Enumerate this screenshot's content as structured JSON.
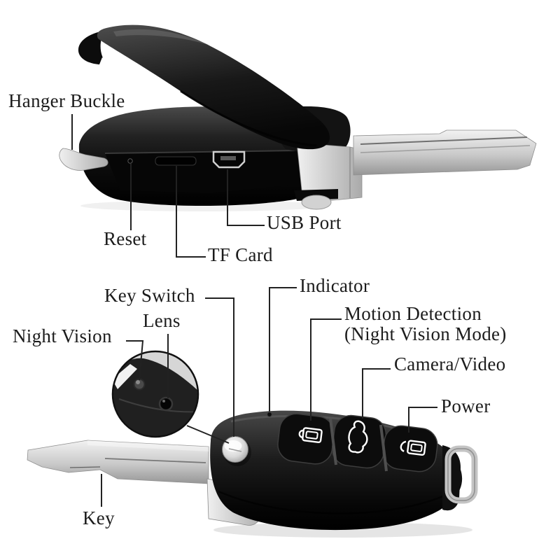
{
  "page": {
    "background": "#ffffff",
    "text_color": "#1c1c1c",
    "product_body_color": "#111111",
    "metal_color": "#c9c9c9",
    "line_color": "#222222"
  },
  "labels": {
    "hanger_buckle": "Hanger Buckle",
    "reset": "Reset",
    "tf_card": "TF Card",
    "usb_port": "USB Port",
    "key_switch": "Key Switch",
    "lens": "Lens",
    "night_vision": "Night Vision",
    "indicator": "Indicator",
    "motion_detection_line1": "Motion Detection",
    "motion_detection_line2": "(Night Vision Mode)",
    "camera_video": "Camera/Video",
    "power": "Power",
    "key": "Key"
  },
  "icons": {
    "remote_buttons": [
      "lock-button-icon",
      "trunk-button-icon",
      "unlock-button-icon"
    ],
    "inset": "magnifier-inset"
  }
}
